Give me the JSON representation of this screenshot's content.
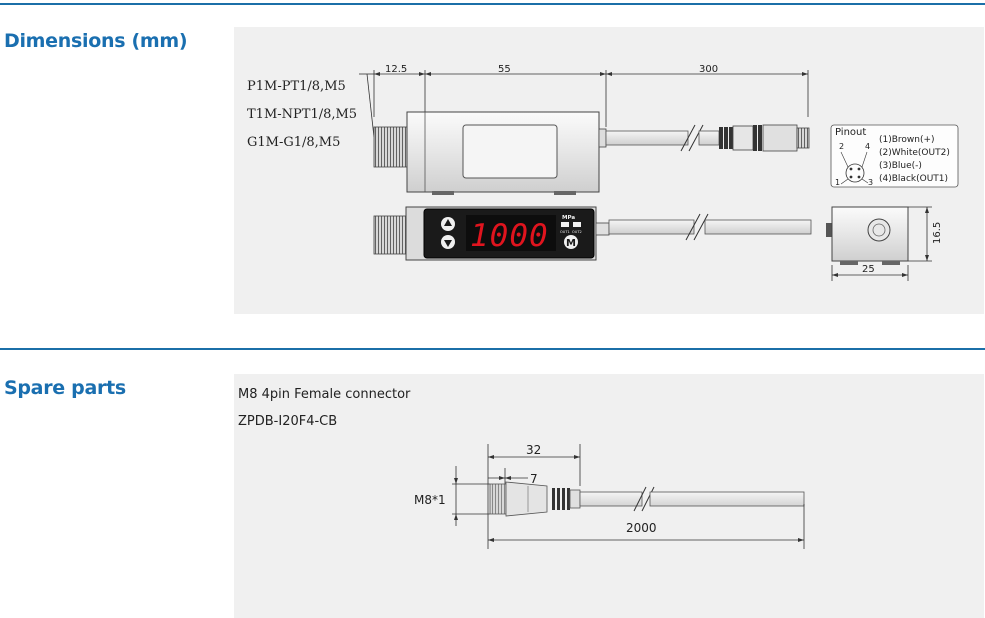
{
  "sections": {
    "dimensions": {
      "title": "Dimensions (mm)"
    },
    "spare_parts": {
      "title": "Spare parts"
    }
  },
  "dimensions_drawing": {
    "models": [
      "P1M-PT1/8,M5",
      "T1M-NPT1/8,M5",
      "G1M-G1/8,M5"
    ],
    "dim_thread": "12.5",
    "dim_body": "55",
    "dim_cable": "300",
    "dim_height": "16.5",
    "dim_width": "25",
    "display_value": "1000",
    "display_unit": "MPa",
    "out1": "OUT1",
    "out2": "OUT2",
    "mode_key": "M",
    "pinout": {
      "title": "Pinout",
      "pin_numbers": [
        "2",
        "4",
        "1",
        "3"
      ],
      "pins": [
        "(1)Brown(+)",
        "(2)White(OUT2)",
        "(3)Blue(-)",
        "(4)Black(OUT1)"
      ]
    }
  },
  "spare_parts_drawing": {
    "name": "M8 4pin Female connector",
    "code": "ZPDB-I20F4-CB",
    "dim_total": "32",
    "dim_inner": "7",
    "dim_thread": "M8*1",
    "dim_cable": "2000"
  },
  "colors": {
    "accent": "#1a6fb0",
    "panel_bg": "#f0f0f0",
    "display_digits": "#e0141e"
  }
}
